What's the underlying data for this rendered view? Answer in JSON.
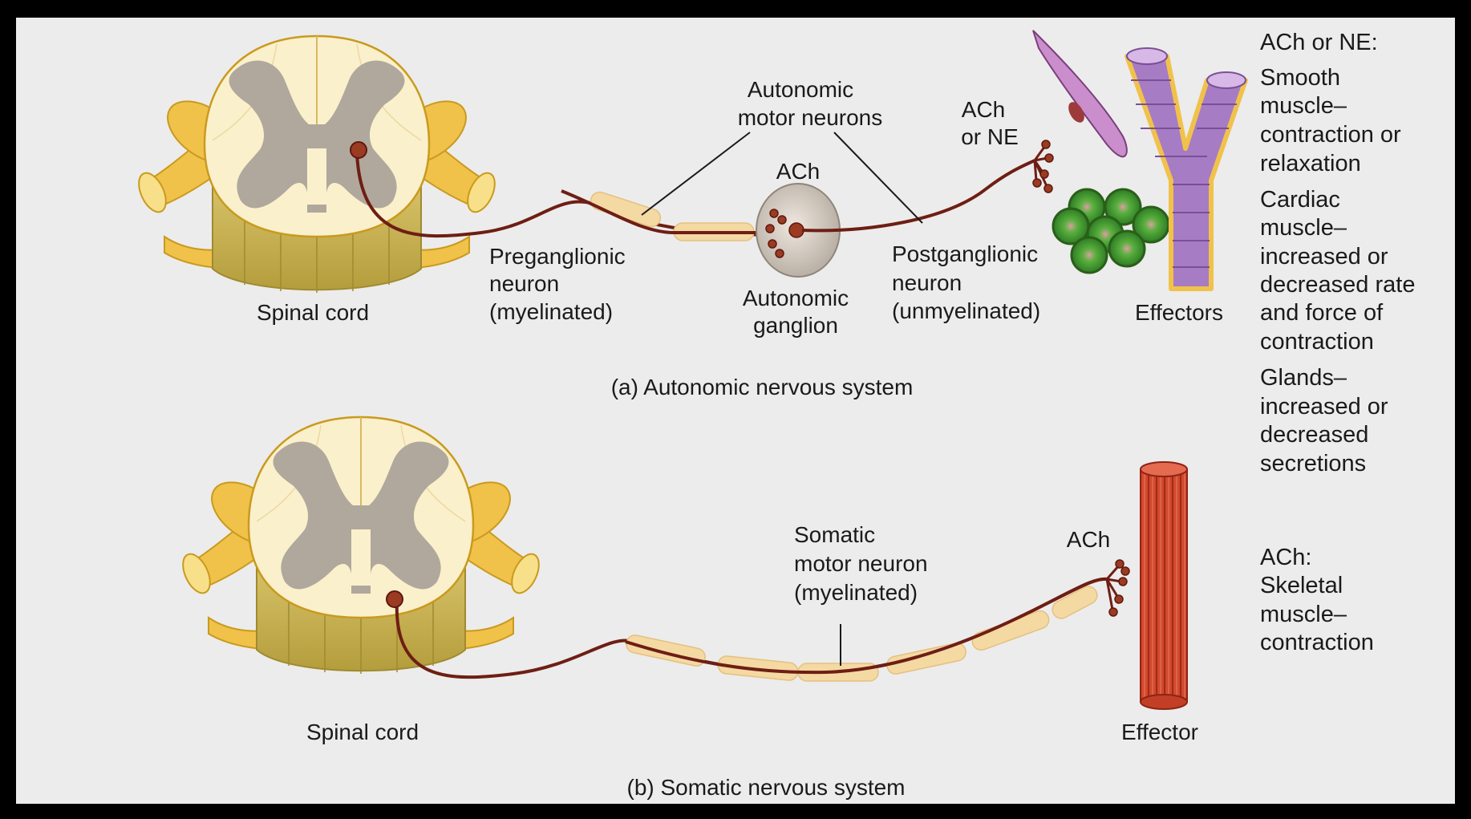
{
  "panel_a": {
    "spinal_cord": "Spinal cord",
    "autonomic_motor_neurons": [
      "Autonomic",
      "motor neurons"
    ],
    "ach_ganglion": "ACh",
    "ach_or_ne": [
      "ACh",
      "or NE"
    ],
    "preganglionic": [
      "Preganglionic",
      "neuron",
      "(myelinated)"
    ],
    "ganglion": [
      "Autonomic",
      "ganglion"
    ],
    "postganglionic": [
      "Postganglionic",
      "neuron",
      "(unmyelinated)"
    ],
    "effectors": "Effectors",
    "caption": "(a)  Autonomic nervous system"
  },
  "panel_b": {
    "spinal_cord": "Spinal cord",
    "somatic_neuron": [
      "Somatic",
      "motor neuron",
      "(myelinated)"
    ],
    "ach": "ACh",
    "effector": "Effector",
    "caption": "(b)  Somatic nervous system"
  },
  "right_column": {
    "header": "ACh or NE:",
    "smooth": [
      "Smooth",
      "muscle–",
      "contraction or",
      "relaxation"
    ],
    "cardiac": [
      "Cardiac",
      "muscle–",
      "increased or",
      "decreased rate",
      "and force of",
      "contraction"
    ],
    "glands": [
      "Glands–",
      "increased or",
      "decreased",
      "secretions"
    ],
    "ach_header": "ACh:",
    "skeletal": [
      "Skeletal",
      "muscle–",
      "contraction"
    ]
  },
  "colors": {
    "nerve_yellow": "#f1c24a",
    "white_matter": "#fbf0cc",
    "grey_matter": "#b0a89c",
    "axon": "#6e1e14",
    "myelin": "#f5d9a3",
    "smooth_muscle": "#c98ecb",
    "vessel": "#a67cc4",
    "gland": "#4da63a",
    "skeletal": "#d2492c"
  }
}
